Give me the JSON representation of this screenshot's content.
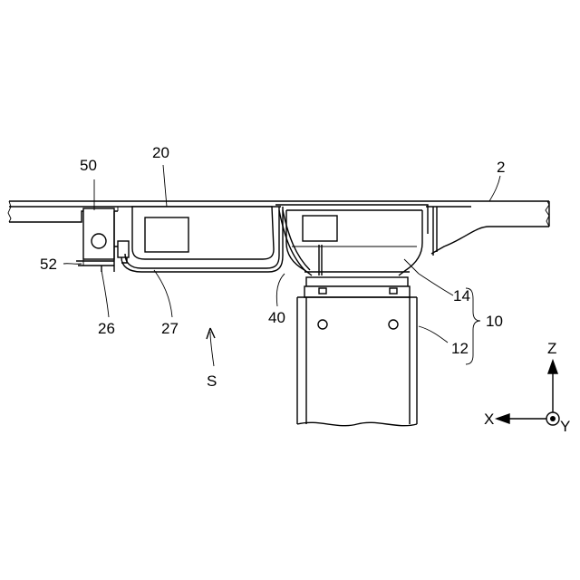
{
  "labels": {
    "l50": "50",
    "l20": "20",
    "l2": "2",
    "l52": "52",
    "l26": "26",
    "l27": "27",
    "l40": "40",
    "l14": "14",
    "l10": "10",
    "l12": "12",
    "lS": "S"
  },
  "axes": {
    "z": "Z",
    "x": "X",
    "y": "Y"
  }
}
